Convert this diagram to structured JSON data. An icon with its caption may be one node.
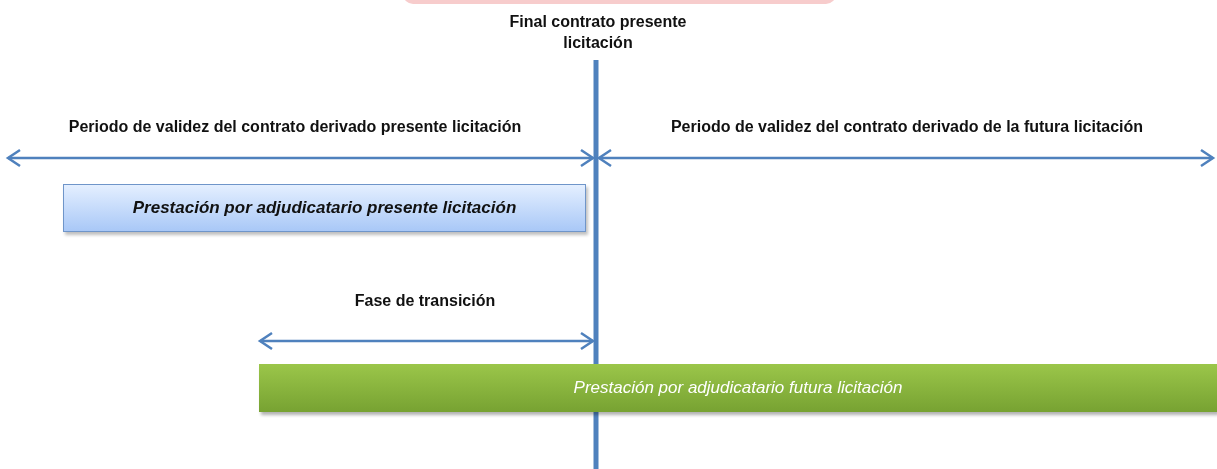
{
  "diagram": {
    "nodes": [
      {
        "text": [],
        "shape": "box"
      },
      {
        "text": [
          "Prestación por adjudicatario presente licitación"
        ]
      },
      {
        "text": [
          "Prestación por adjudicatario futura licitación"
        ]
      }
    ],
    "labels": [
      "Final contrato presente licitación",
      "Periodo de validez del contrato derivado presente licitación",
      "Periodo de validez del contrato derivado de la futura licitación",
      "Fase de transición"
    ]
  }
}
